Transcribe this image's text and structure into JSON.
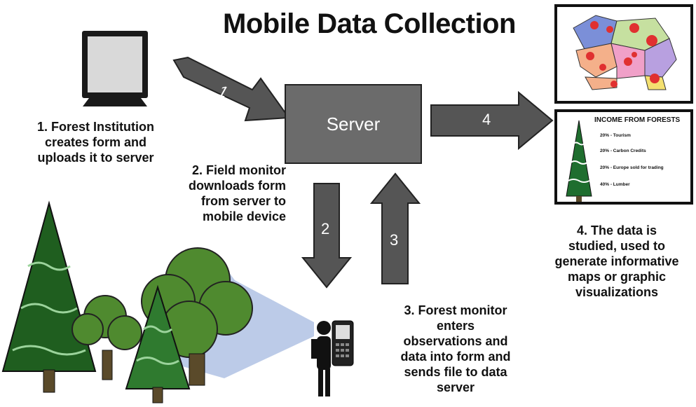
{
  "title": "Mobile Data Collection",
  "server": {
    "label": "Server"
  },
  "arrows": {
    "a1": "1",
    "a2": "2",
    "a3": "3",
    "a4": "4"
  },
  "captions": {
    "step1": [
      "1. Forest Institution",
      "creates form and",
      "uploads it to server"
    ],
    "step2": [
      "2. Field monitor",
      "downloads form",
      "from server to",
      "mobile device"
    ],
    "step3": [
      "3. Forest monitor",
      "enters",
      "observations and",
      "data into form and",
      "sends file to data",
      "server"
    ],
    "step4": [
      "4. The data is",
      "studied, used to",
      "generate informative",
      "maps or graphic",
      "visualizations"
    ]
  },
  "viz": {
    "title": "INCOME FROM FORESTS",
    "legend": [
      "20% - Tourism",
      "20% - Carbon Credits",
      "20% - Europe sold for trading",
      "40% - Lumber"
    ]
  },
  "colors": {
    "arrow": "#555555",
    "server": "#6b6b6b",
    "tree_dark": "#1f5e1f",
    "tree_mid": "#2f7a2f",
    "bush": "#4f8a2f",
    "beam": "#8fa8d8"
  }
}
